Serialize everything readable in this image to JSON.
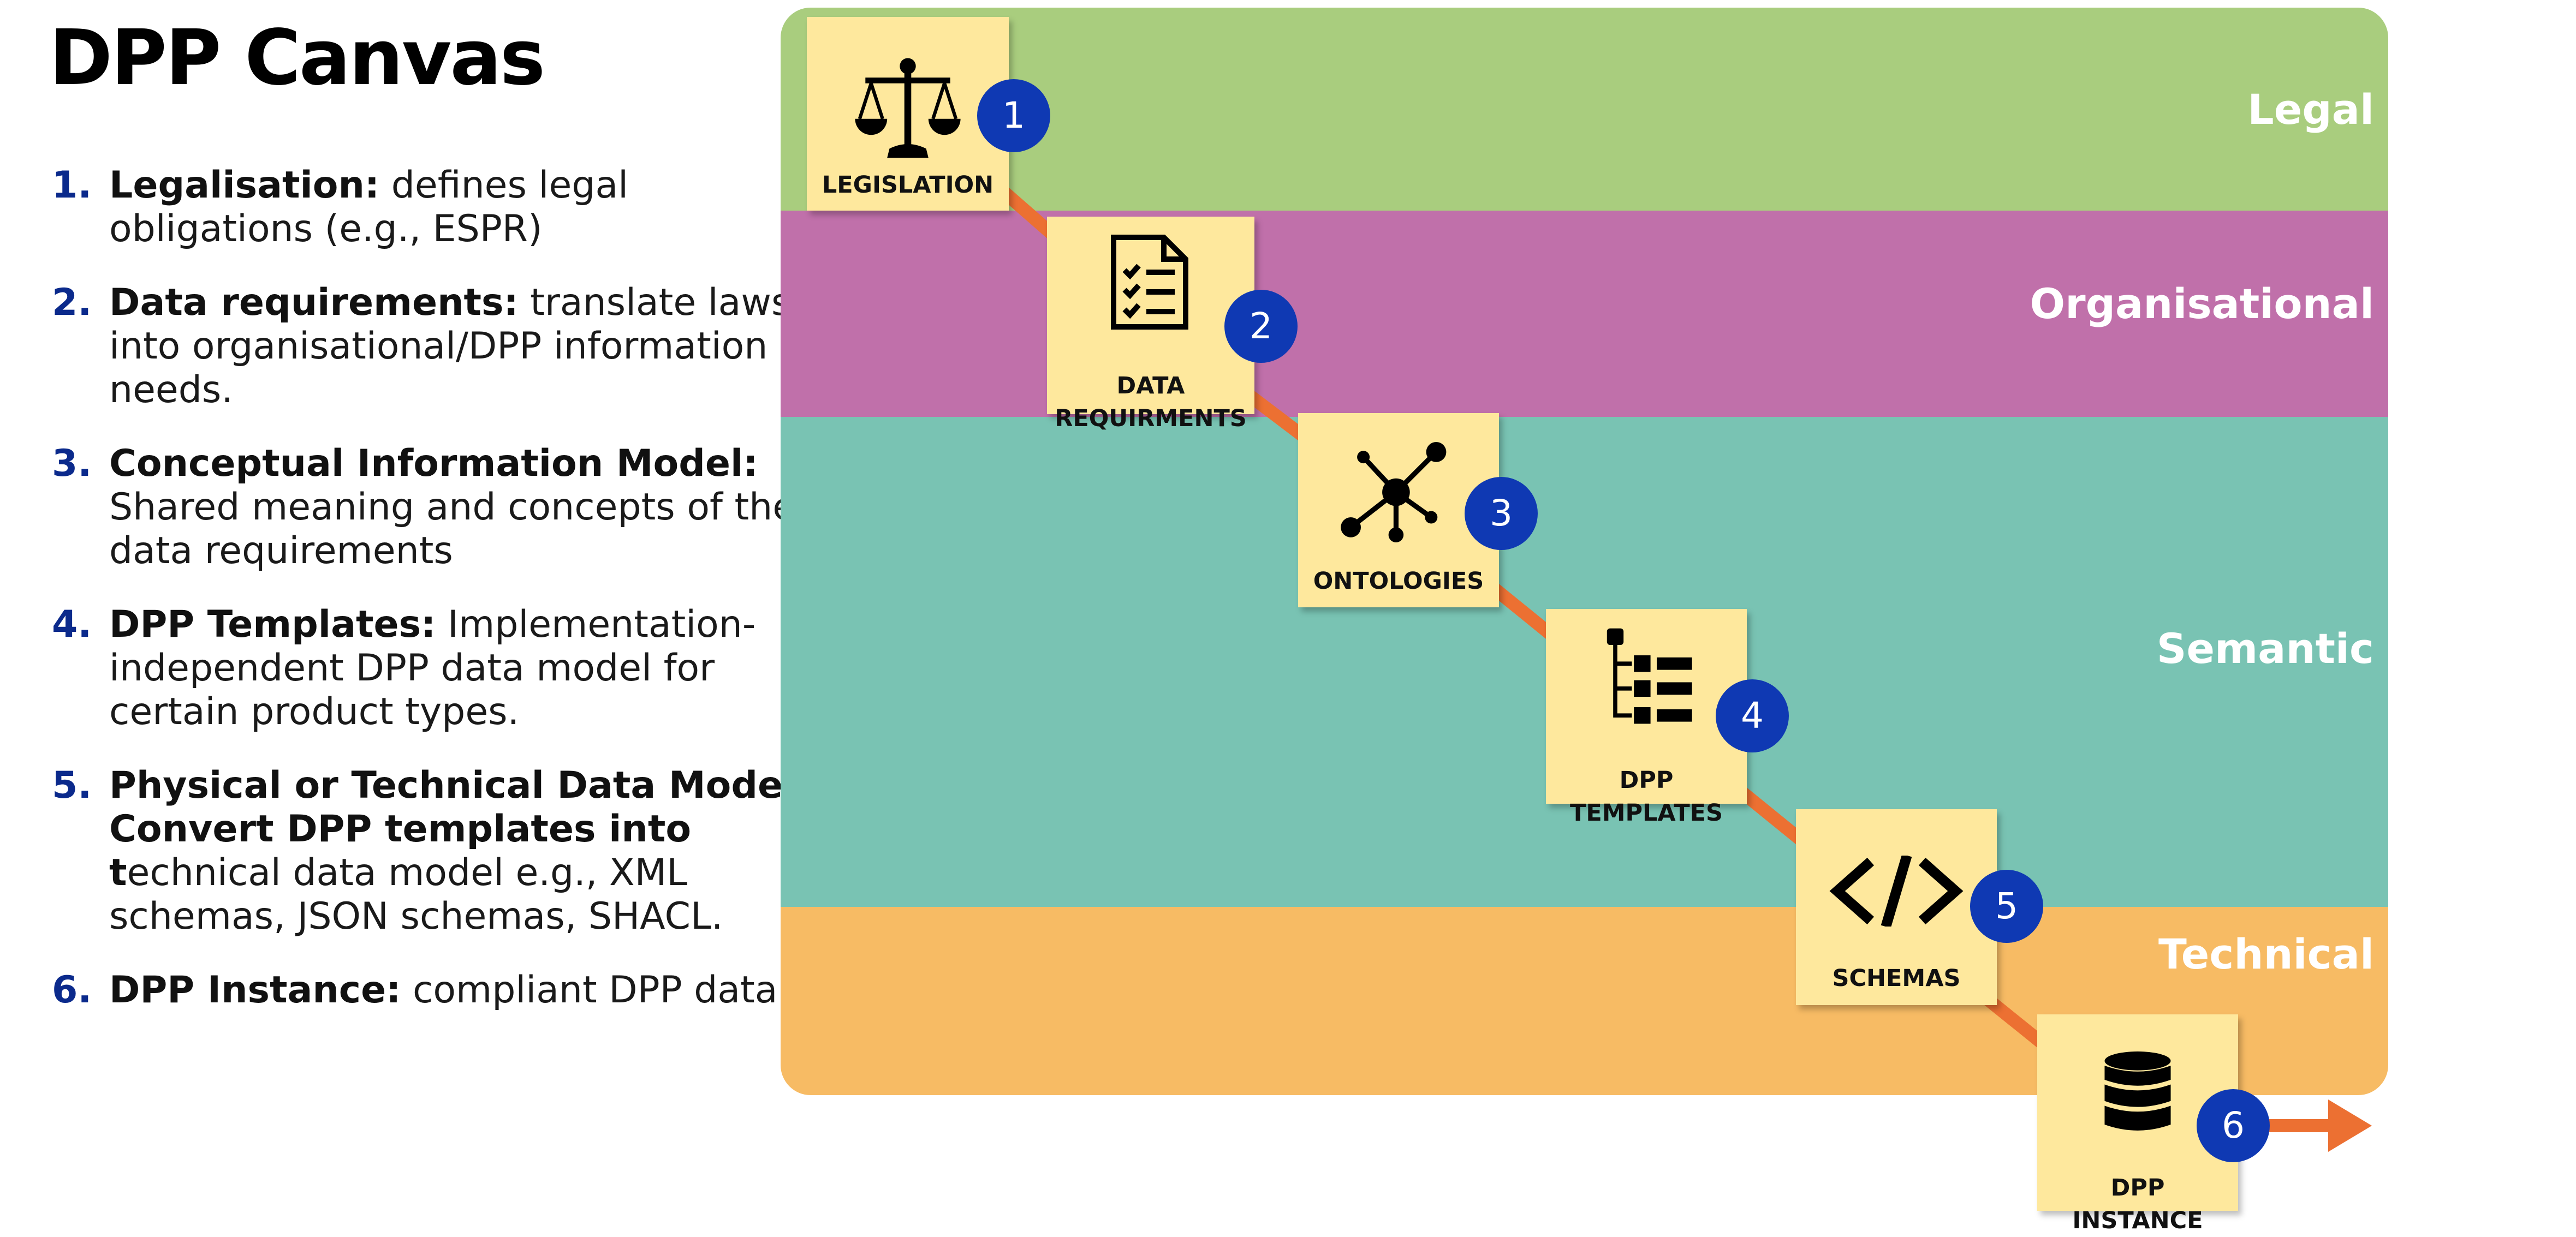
{
  "title": "DPP Canvas",
  "steps": [
    {
      "num": "1.",
      "bold": "Legalisation:",
      "text": " defines legal obligations (e.g., ESPR)"
    },
    {
      "num": "2.",
      "bold": "Data requirements:",
      "text": " translate laws into organisational/DPP information needs."
    },
    {
      "num": "3.",
      "bold": "Conceptual Information Model:",
      "text": " Shared meaning and concepts of the data requirements"
    },
    {
      "num": "4.",
      "bold": "DPP Templates:",
      "text": " Implementation-independent DPP data model for certain product types."
    },
    {
      "num": "5.",
      "bold": "Physical or Technical Data Model: Convert DPP templates into t",
      "text": "echnical data model e.g., XML schemas, JSON schemas, SHACL."
    },
    {
      "num": "6.",
      "bold": "DPP Instance:",
      "text": " compliant DPP data"
    }
  ],
  "bands": {
    "legal": "Legal",
    "organisational": "Organisational",
    "semantic": "Semantic",
    "technical": "Technical"
  },
  "cards": [
    {
      "badge": "1",
      "label": "LEGISLATION",
      "icon": "scales-icon"
    },
    {
      "badge": "2",
      "label": "DATA\nREQUIRMENTS",
      "icon": "checklist-document-icon"
    },
    {
      "badge": "3",
      "label": "ONTOLOGIES",
      "icon": "network-node-icon"
    },
    {
      "badge": "4",
      "label": "DPP\nTEMPLATES",
      "icon": "tree-list-icon"
    },
    {
      "badge": "5",
      "label": "SCHEMAS",
      "icon": "code-icon"
    },
    {
      "badge": "6",
      "label": "DPP\nINSTANCE",
      "icon": "database-icon"
    }
  ],
  "colors": {
    "legal": "#a9cd7e",
    "organisational": "#c070aa",
    "semantic": "#79c3b3",
    "technical": "#f7bb64",
    "card": "#fee89d",
    "badge": "#0f39b3",
    "connector": "#ec7032",
    "step_number": "#0b2a8c"
  }
}
